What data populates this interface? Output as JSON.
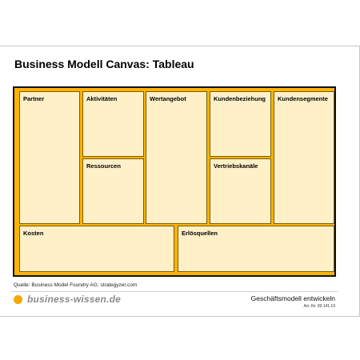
{
  "title": "Business Modell Canvas: Tableau",
  "blocks": {
    "partner": "Partner",
    "aktivitaeten": "Aktivitäten",
    "ressourcen": "Ressourcen",
    "wertangebot": "Wertangebot",
    "kundenbeziehung": "Kundenbeziehung",
    "vertriebskanaele": "Vertriebskanäle",
    "kundensegmente": "Kundensegmente",
    "kosten": "Kosten",
    "erloesquellen": "Erlösquellen"
  },
  "footer": {
    "source": "Quelle: Business Model Foundry AG; strategyzer.com",
    "logo_text": "business-wissen.de",
    "tagline": "Geschäftsmodell entwickeln",
    "article_number": "Art.-Nr. 99.141.19"
  },
  "colors": {
    "accent": "#ffb400",
    "cell_fill": "#fff0c8",
    "logo_dot": "#f5a800"
  }
}
